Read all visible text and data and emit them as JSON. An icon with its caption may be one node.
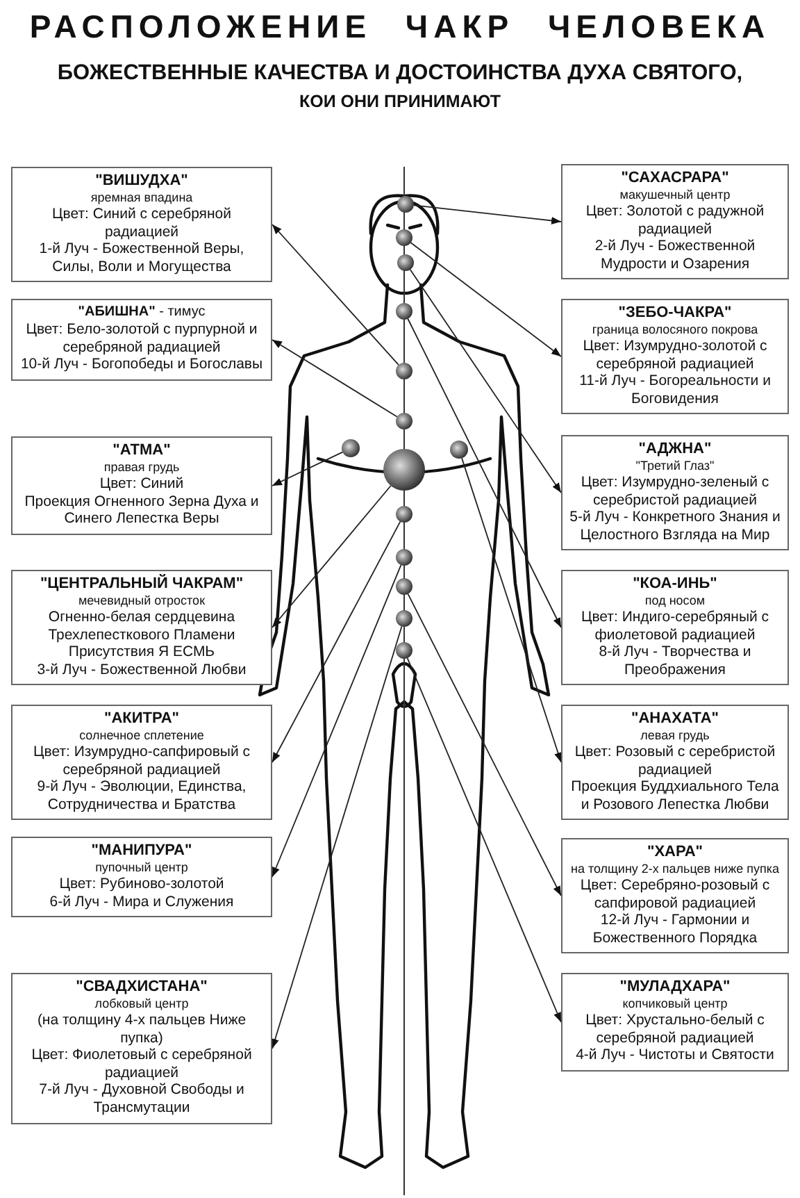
{
  "diagram": {
    "title": "РАСПОЛОЖЕНИЕ ЧАКР ЧЕЛОВЕКА",
    "labels": [
      "БОЖЕСТВЕННЫЕ КАЧЕСТВА И ДОСТОИНСТВА ДУХА СВЯТОГО,",
      "КОИ ОНИ ПРИНИМАЮТ"
    ],
    "nodes": [
      {
        "text": [
          "\"ВИШУДХА\"",
          "яремная впадина",
          "Цвет: Синий с серебряной радиацией",
          "1-й Луч - Божественной Веры, Силы, Воли и Могущества"
        ]
      },
      {
        "text": [
          "\"САХАСРАРА\"",
          "макушечный центр",
          "Цвет: Золотой с радужной радиацией",
          "2-й Луч - Божественной Мудрости и Озарения"
        ]
      },
      {
        "text": [
          "**\"АБИШНА\"** - тимус",
          "Цвет: Бело-золотой с пурпурной и серебряной радиацией",
          "10-й Луч - Богопобеды и Богославы"
        ]
      },
      {
        "text": [
          "\"ЗЕБО-ЧАКРА\"",
          "граница волосяного покрова",
          "Цвет: Изумрудно-золотой с серебряной радиацией",
          "11-й Луч - Богореальности и Боговидения"
        ]
      },
      {
        "text": [
          "\"АТМА\"",
          "правая грудь",
          "Цвет: Синий",
          "Проекция Огненного Зерна Духа и Синего Лепестка Веры"
        ]
      },
      {
        "text": [
          "\"АДЖНА\"",
          "\"Третий Глаз\"",
          "Цвет: Изумрудно-зеленый с серебристой радиацией",
          "5-й Луч - Конкретного Знания и Целостного Взгляда на Мир"
        ]
      },
      {
        "text": [
          "\"ЦЕНТРАЛЬНЫЙ ЧАКРАМ\"",
          "мечевидный отросток",
          "Огненно-белая сердцевина Трехлепесткового Пламени Присутствия Я ЕСМЬ",
          "3-й Луч - Божественной Любви"
        ]
      },
      {
        "text": [
          "\"КОА-ИНЬ\"",
          "под носом",
          "Цвет: Индиго-серебряный с фиолетовой радиацией",
          "8-й Луч - Творчества и Преображения"
        ]
      },
      {
        "text": [
          "\"АКИТРА\"",
          "солнечное сплетение",
          "Цвет: Изумрудно-сапфировый с серебряной радиацией",
          "9-й Луч - Эволюции, Единства, Сотрудничества и Братства"
        ]
      },
      {
        "text": [
          "\"АНАХАТА\"",
          "левая грудь",
          "Цвет: Розовый с серебристой радиацией",
          "Проекция Буддхиального Тела и Розового Лепестка Любви"
        ]
      },
      {
        "text": [
          "\"МАНИПУРА\"",
          "пупочный центр",
          "Цвет: Рубиново-золотой",
          "6-й Луч - Мира и Служения"
        ]
      },
      {
        "text": [
          "\"ХАРА\"",
          "на толщину 2-х пальцев ниже пупка",
          "Цвет: Серебряно-розовый с сапфировой радиацией",
          "12-й Луч - Гармонии и Божественного Порядка"
        ]
      },
      {
        "text": [
          "\"СВАДХИСТАНА\"",
          "лобковый центр",
          "(на толщину 4-х пальцев Ниже пупка)",
          "Цвет: Фиолетовый с серебряной радиацией",
          "7-й Луч - Духовной Свободы и Трансмутации"
        ]
      },
      {
        "text": [
          "\"МУЛАДХАРА\"",
          "копчиковый центр",
          "Цвет: Хрустально-белый с серебряной радиацией",
          "4-й Луч - Чистоты и Святости"
        ]
      },
      {
        "text": [],
        "shape": "circle"
      },
      {
        "text": [],
        "shape": "circle"
      },
      {
        "text": [],
        "shape": "circle"
      },
      {
        "text": [],
        "shape": "circle"
      },
      {
        "text": [],
        "shape": "circle"
      },
      {
        "text": [],
        "shape": "circle"
      },
      {
        "text": [],
        "shape": "circle"
      },
      {
        "text": [],
        "shape": "circle"
      },
      {
        "text": [],
        "shape": "circle"
      },
      {
        "text": [],
        "shape": "circle"
      },
      {
        "text": [],
        "shape": "circle"
      },
      {
        "text": [],
        "shape": "circle"
      },
      {
        "text": [],
        "shape": "circle"
      },
      {
        "text": [],
        "shape": "circle"
      }
    ],
    "edges": [
      {
        "from": 14,
        "to": 1,
        "arrow": "to"
      },
      {
        "from": 15,
        "to": 3,
        "arrow": "to"
      },
      {
        "from": 16,
        "to": 5,
        "arrow": "to"
      },
      {
        "from": 17,
        "to": 7,
        "arrow": "to"
      },
      {
        "from": 18,
        "to": 0,
        "arrow": "to"
      },
      {
        "from": 19,
        "to": 2,
        "arrow": "to"
      },
      {
        "from": 20,
        "to": 4,
        "arrow": "to"
      },
      {
        "from": 21,
        "to": 9,
        "arrow": "to"
      },
      {
        "from": 22,
        "to": 6,
        "arrow": "to"
      },
      {
        "from": 23,
        "to": 8,
        "arrow": "to"
      },
      {
        "from": 24,
        "to": 10,
        "arrow": "to"
      },
      {
        "from": 25,
        "to": 11,
        "arrow": "to"
      },
      {
        "from": 26,
        "to": 12,
        "arrow": "to"
      },
      {
        "from": 27,
        "to": 13,
        "arrow": "to"
      }
    ]
  }
}
